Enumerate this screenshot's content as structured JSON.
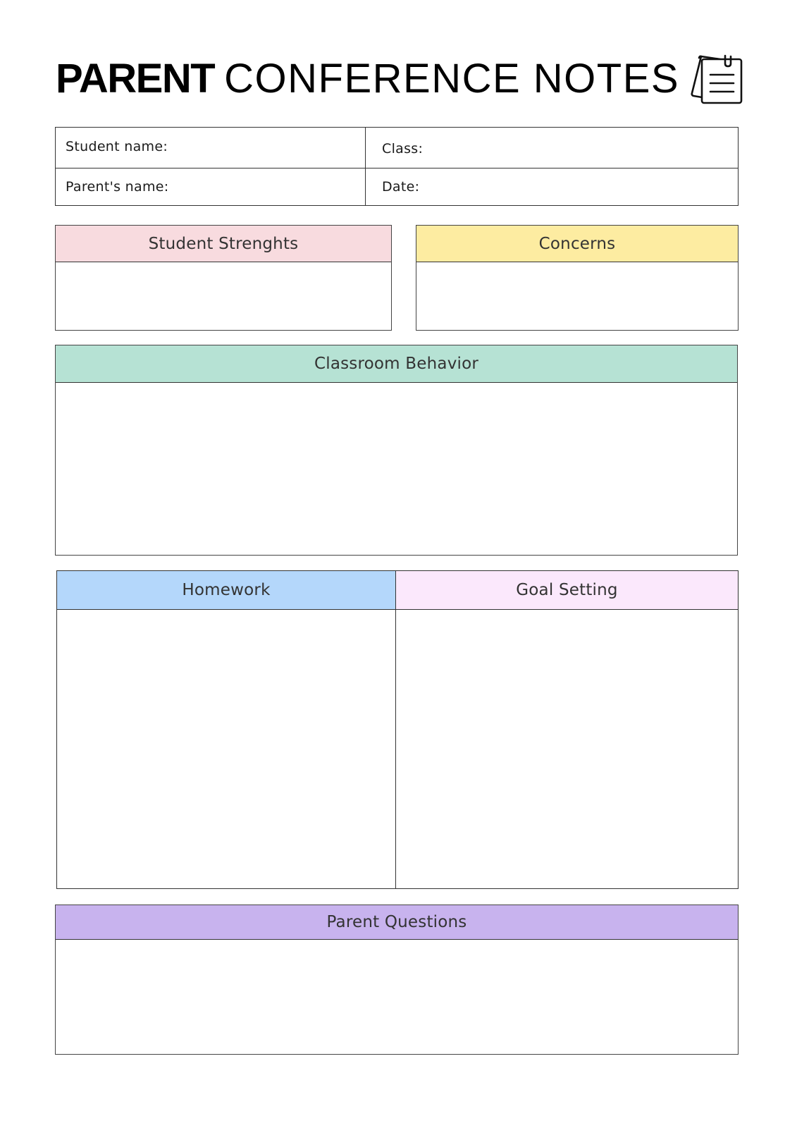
{
  "header": {
    "title_bold": "PARENT",
    "title_light": "CONFERENCE NOTES",
    "icon": "notes-clipboard-icon"
  },
  "info_fields": {
    "student_name_label": "Student name:",
    "class_label": "Class:",
    "parent_name_label": "Parent's name:",
    "date_label": "Date:",
    "student_name_value": "",
    "class_value": "",
    "parent_name_value": "",
    "date_value": ""
  },
  "sections": {
    "strengths": {
      "title": "Student Strenghts",
      "color": "#f8dbdf",
      "content": ""
    },
    "concerns": {
      "title": "Concerns",
      "color": "#fdeca1",
      "content": ""
    },
    "behavior": {
      "title": "Classroom Behavior",
      "color": "#b6e2d4",
      "content": ""
    },
    "homework": {
      "title": "Homework",
      "color": "#b4d7fb",
      "content": ""
    },
    "goals": {
      "title": "Goal Setting",
      "color": "#fbe8fc",
      "content": ""
    },
    "questions": {
      "title": "Parent Questions",
      "color": "#c8b3ee",
      "content": ""
    }
  }
}
